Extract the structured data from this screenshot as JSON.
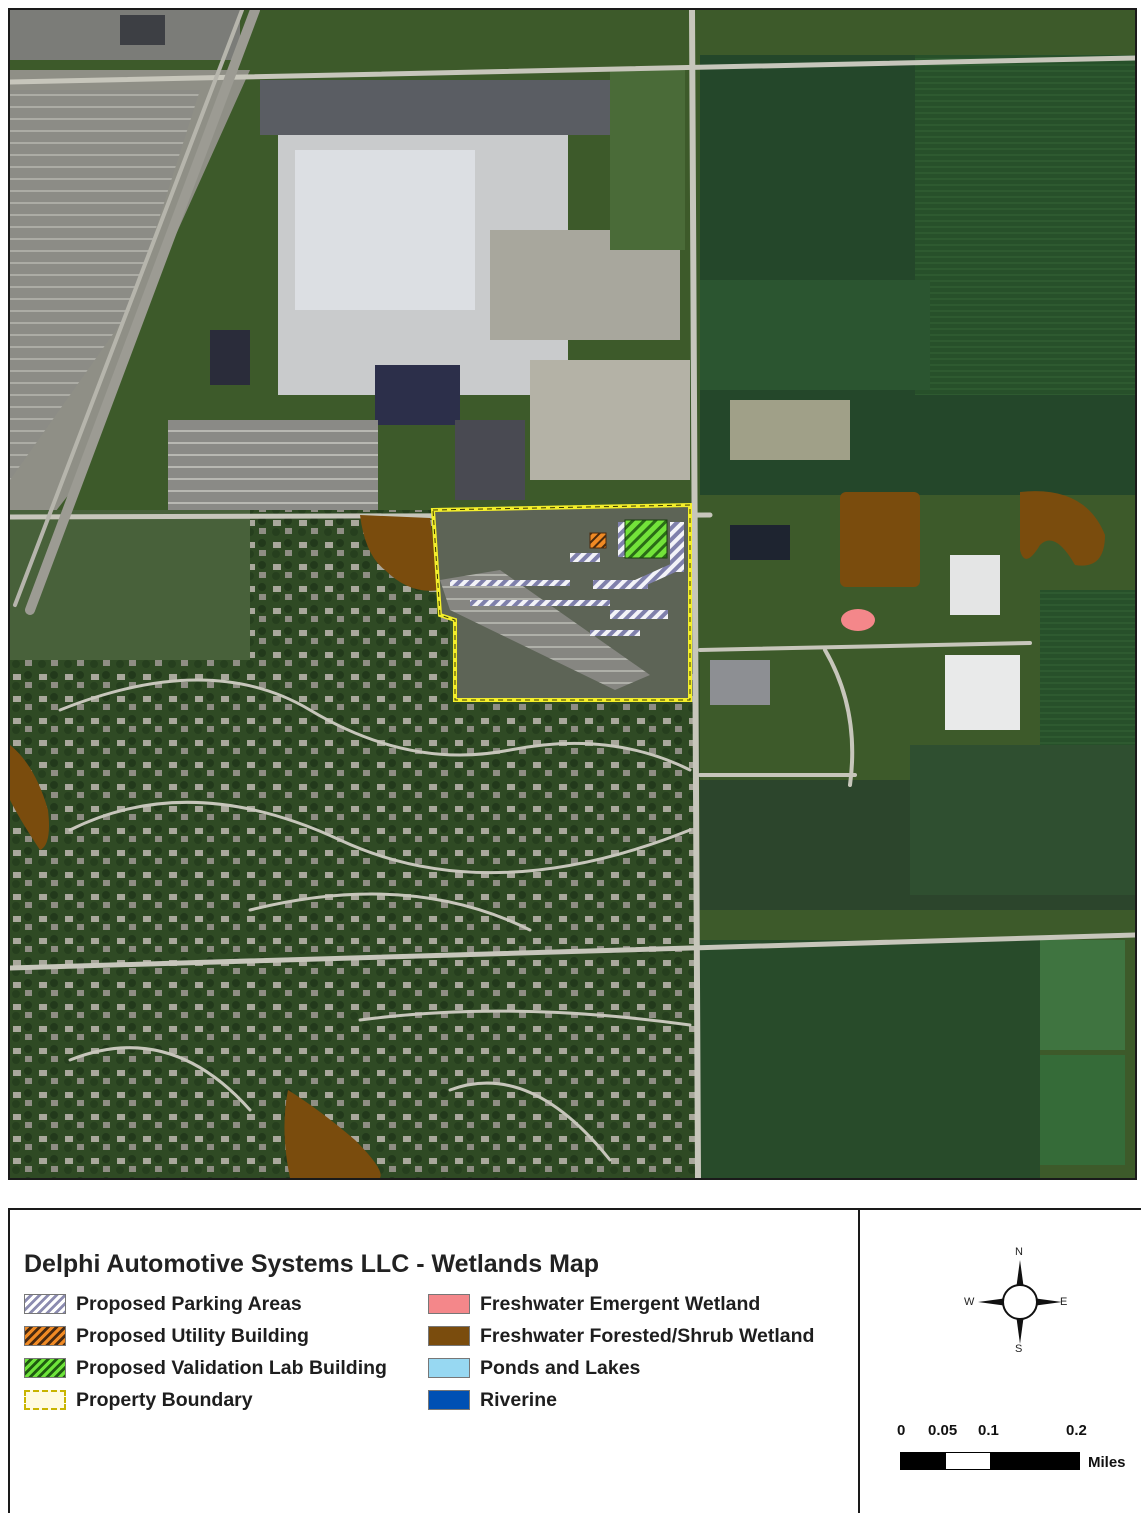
{
  "map": {
    "title": "Delphi Automotive Systems LLC - Wetlands Map",
    "imagery": "aerial"
  },
  "legend": {
    "left_column": [
      {
        "label": "Proposed Parking Areas",
        "swatch": "hatch-purple-white",
        "color": "#8c8cb0"
      },
      {
        "label": "Proposed Utility Building",
        "swatch": "hatch-orange",
        "color": "#f08a24"
      },
      {
        "label": "Proposed Validation Lab Building",
        "swatch": "hatch-green",
        "color": "#6ee43a"
      },
      {
        "label": "Property Boundary",
        "swatch": "dashed-yellow-outline",
        "color": "#f4ef2a"
      }
    ],
    "right_column": [
      {
        "label": "Freshwater Emergent Wetland",
        "color": "#f4878a"
      },
      {
        "label": "Freshwater Forested/Shrub Wetland",
        "color": "#7a4c0d"
      },
      {
        "label": "Ponds and Lakes",
        "color": "#97d8f2"
      },
      {
        "label": "Riverine",
        "color": "#0050b4"
      }
    ]
  },
  "compass": {
    "north": "N",
    "south": "S",
    "east": "E",
    "west": "W"
  },
  "scale_bar": {
    "ticks": [
      "0",
      "0.05",
      "0.1",
      "0.2"
    ],
    "unit": "Miles"
  }
}
